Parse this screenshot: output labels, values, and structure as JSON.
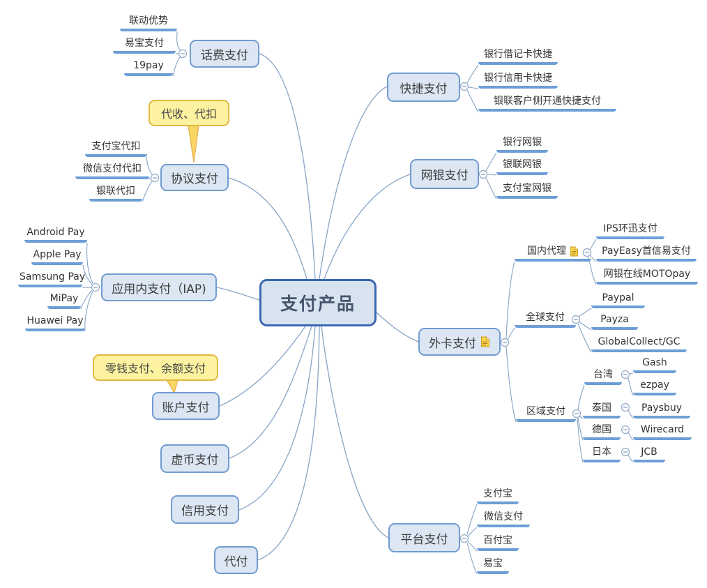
{
  "colors": {
    "root_fill": "#d8e3f0",
    "root_border": "#3a68b0",
    "topic_fill": "#dce7f3",
    "topic_border": "#719bd1",
    "line_color": "#6d9ed6",
    "branch_color": "#87a4c5",
    "callout_fill": "#fdf2a0",
    "callout_border": "#e2b742",
    "note_icon_color": "#fbd44b"
  },
  "mindmap": {
    "root": "支付产品",
    "left": [
      {
        "label": "话费支付",
        "children": [
          "联动优势",
          "易宝支付",
          "19pay"
        ]
      },
      {
        "label": "协议支付",
        "callout": "代收、代扣",
        "children": [
          "支付宝代扣",
          "微信支付代扣",
          "银联代扣"
        ]
      },
      {
        "label": "应用内支付（IAP)",
        "children": [
          "Android Pay",
          "Apple Pay",
          "Samsung Pay",
          "MiPay",
          "Huawei Pay"
        ]
      },
      {
        "label": "账户支付",
        "callout": "零钱支付、余额支付"
      },
      {
        "label": "虚币支付"
      },
      {
        "label": "信用支付"
      },
      {
        "label": "代付"
      }
    ],
    "right": [
      {
        "label": "快捷支付",
        "children": [
          "银行借记卡快捷",
          "银行信用卡快捷",
          "银联客户侧开通快捷支付"
        ]
      },
      {
        "label": "网银支付",
        "children": [
          "银行网银",
          "银联网银",
          "支付宝网银"
        ]
      },
      {
        "label": "外卡支付",
        "has_note": true,
        "children": [
          {
            "label": "国内代理",
            "has_note": true,
            "children": [
              "IPS环迅支付",
              "PayEasy首信易支付",
              "网银在线MOTOpay"
            ]
          },
          {
            "label": "全球支付",
            "children": [
              "Paypal",
              "Payza",
              "GlobalCollect/GC"
            ]
          },
          {
            "label": "区域支付",
            "children": [
              {
                "label": "台湾",
                "children": [
                  "Gash",
                  "ezpay"
                ]
              },
              {
                "label": "泰国",
                "children": [
                  "Paysbuy"
                ]
              },
              {
                "label": "德国",
                "children": [
                  "Wirecard"
                ]
              },
              {
                "label": "日本",
                "children": [
                  "JCB"
                ]
              }
            ]
          }
        ]
      },
      {
        "label": "平台支付",
        "children": [
          "支付宝",
          "微信支付",
          "百付宝",
          "易宝"
        ]
      }
    ]
  }
}
